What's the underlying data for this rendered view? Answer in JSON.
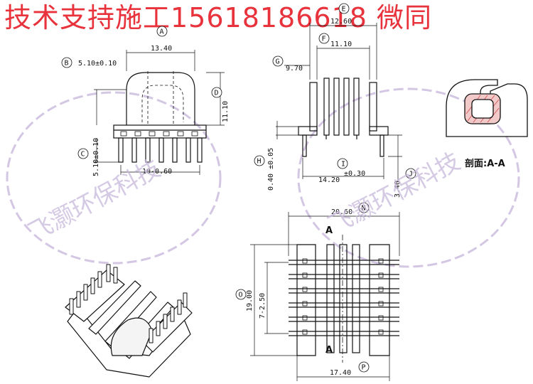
{
  "banner": {
    "text": "技术支持施工15618186618 微同",
    "color": "#e8323c"
  },
  "watermark": {
    "text": "飞灏环保科技",
    "color": "#c8b9dc"
  },
  "callouts": {
    "A": "A",
    "B": "B",
    "C": "C",
    "D": "D",
    "E": "E",
    "F": "F",
    "G": "G",
    "H": "H",
    "I": "I",
    "J": "J",
    "N": "N",
    "O": "O",
    "P": "P"
  },
  "dimensions": {
    "A": "13.40",
    "B": "5.10±0.10",
    "C": "5.10±0.10",
    "D": "11.10",
    "pitch": "10-0.60",
    "E": "12.60",
    "F": "11.10",
    "G": "9.70",
    "H": "0.40 ±0.05",
    "I": "14.20",
    "I_tol": "±0.30",
    "J": "3.40",
    "N": "20.60",
    "O": "19.00",
    "O_pitch": "7-2.50",
    "P": "17.40"
  },
  "section": {
    "label": "剖面:A-A",
    "mark": "A"
  }
}
